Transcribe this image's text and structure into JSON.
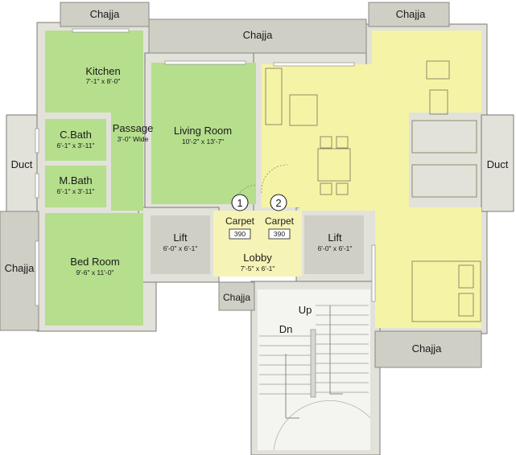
{
  "rooms": {
    "kitchen": {
      "name": "Kitchen",
      "dim": "7'-1\" x 8'-0\""
    },
    "passage": {
      "name": "Passage",
      "dim": "3'-0\" Wide"
    },
    "living": {
      "name": "Living Room",
      "dim": "10'-2\" x 13'-7\""
    },
    "cbath": {
      "name": "C.Bath",
      "dim": "6'-1\" x 3'-11\""
    },
    "mbath": {
      "name": "M.Bath",
      "dim": "6'-1\" x 3'-11\""
    },
    "bedroom": {
      "name": "Bed Room",
      "dim": "9'-6\" x 11'-0\""
    },
    "lift_left": {
      "name": "Lift",
      "dim": "6'-0\" x 6'-1\""
    },
    "lift_right": {
      "name": "Lift",
      "dim": "6'-0\" x 6'-1\""
    },
    "lobby": {
      "name": "Lobby",
      "dim": "7'-5\" x 6'-1\""
    }
  },
  "chajja_label": "Chajja",
  "duct_label": "Duct",
  "units": [
    {
      "number": "1",
      "label": "Carpet",
      "area": "390"
    },
    {
      "number": "2",
      "label": "Carpet",
      "area": "390"
    }
  ],
  "stairs": {
    "up": "Up",
    "down": "Dn"
  },
  "colors": {
    "green": "#b5de8d",
    "yellow": "#f5f4a6",
    "grey": "#cfcfc6",
    "wall": "#e2e2db"
  }
}
